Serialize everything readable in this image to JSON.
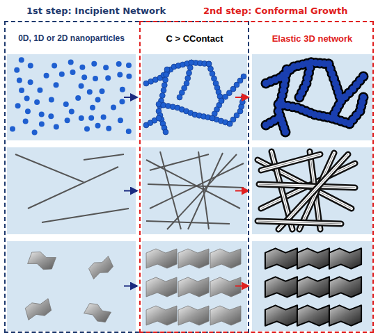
{
  "diagram": {
    "nodes": [
      {
        "text": [
          "1st step: Incipient Network"
        ]
      },
      {
        "text": [
          "2nd step: Conformal Growth"
        ]
      }
    ],
    "labels": [
      "0D, 1D or 2D nanoparticles",
      "C > CContact",
      "Elastic 3D network"
    ]
  }
}
